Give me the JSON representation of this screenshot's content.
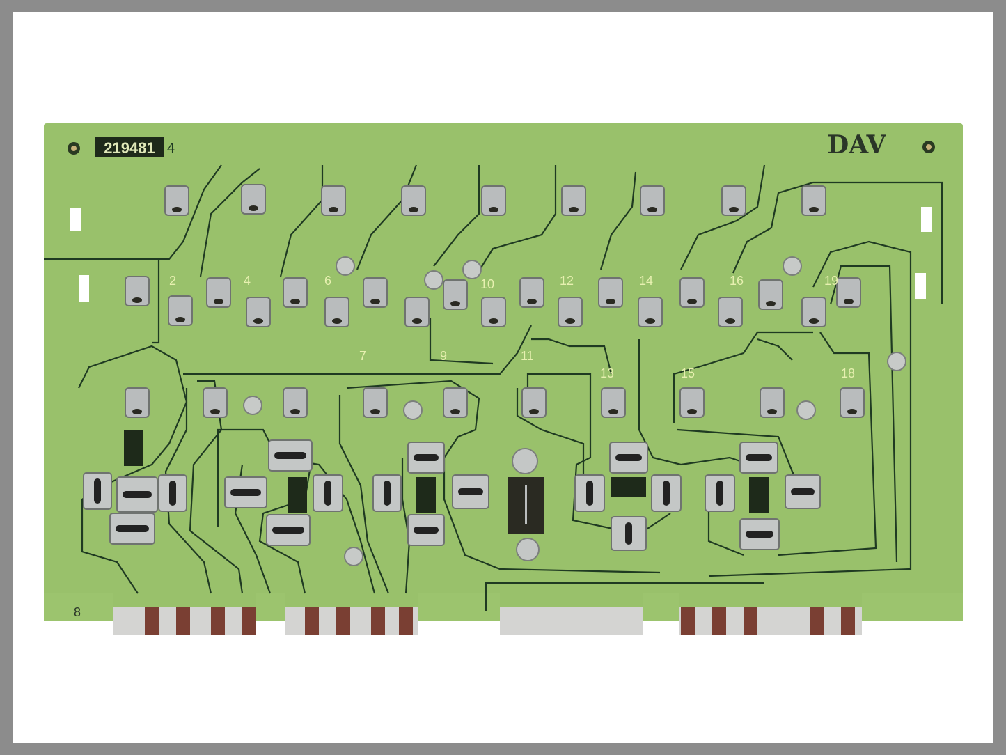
{
  "board": {
    "part_number": "219481",
    "part_suffix": "4",
    "brand": "DAV",
    "corner_mark": "8",
    "pad_labels": [
      "2",
      "4",
      "6",
      "10",
      "12",
      "14",
      "16",
      "19",
      "7",
      "9",
      "11",
      "13",
      "15",
      "18"
    ]
  },
  "colors": {
    "frame": "#8c8c8c",
    "background": "#ffffff",
    "board": "#9cc46e",
    "trace": "#1f3a22",
    "solder": "#b9bcbd",
    "contact_silver": "#d4d4d2",
    "contact_copper": "#7a3f33",
    "silkscreen": "#e7f0b0"
  }
}
